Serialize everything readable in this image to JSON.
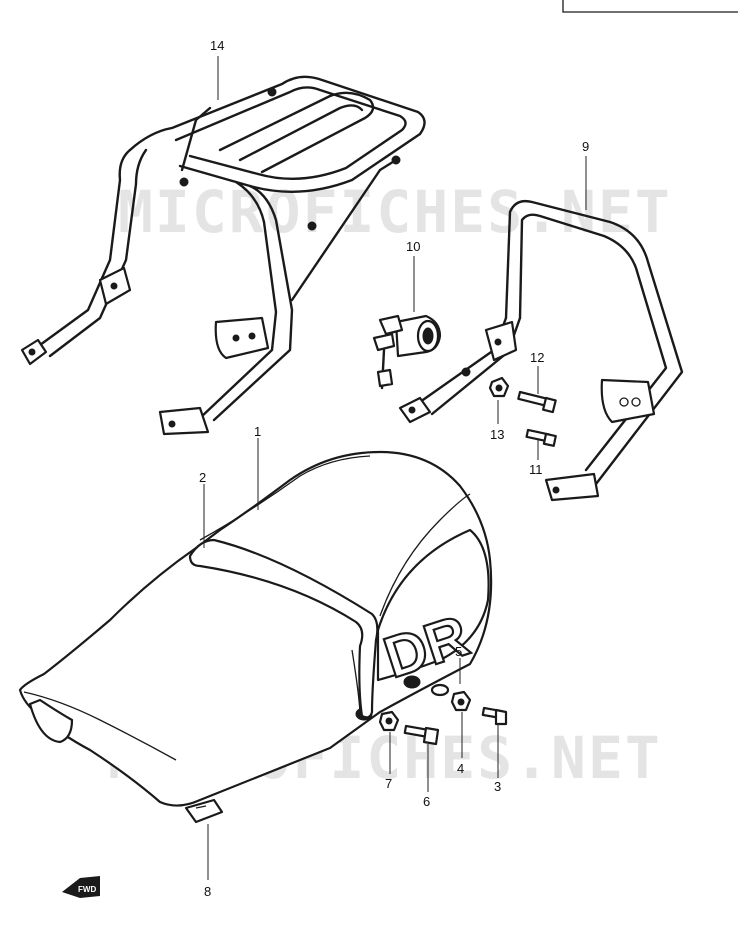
{
  "watermark": "MICROFICHES.NET",
  "seat_logo": "DR",
  "fwd_label": "FWD",
  "callouts": {
    "p1": "1",
    "p2": "2",
    "p3": "3",
    "p4": "4",
    "p5": "5",
    "p6": "6",
    "p7": "7",
    "p8": "8",
    "p9": "9",
    "p10": "10",
    "p11": "11",
    "p12": "12",
    "p13": "13",
    "p14": "14"
  }
}
